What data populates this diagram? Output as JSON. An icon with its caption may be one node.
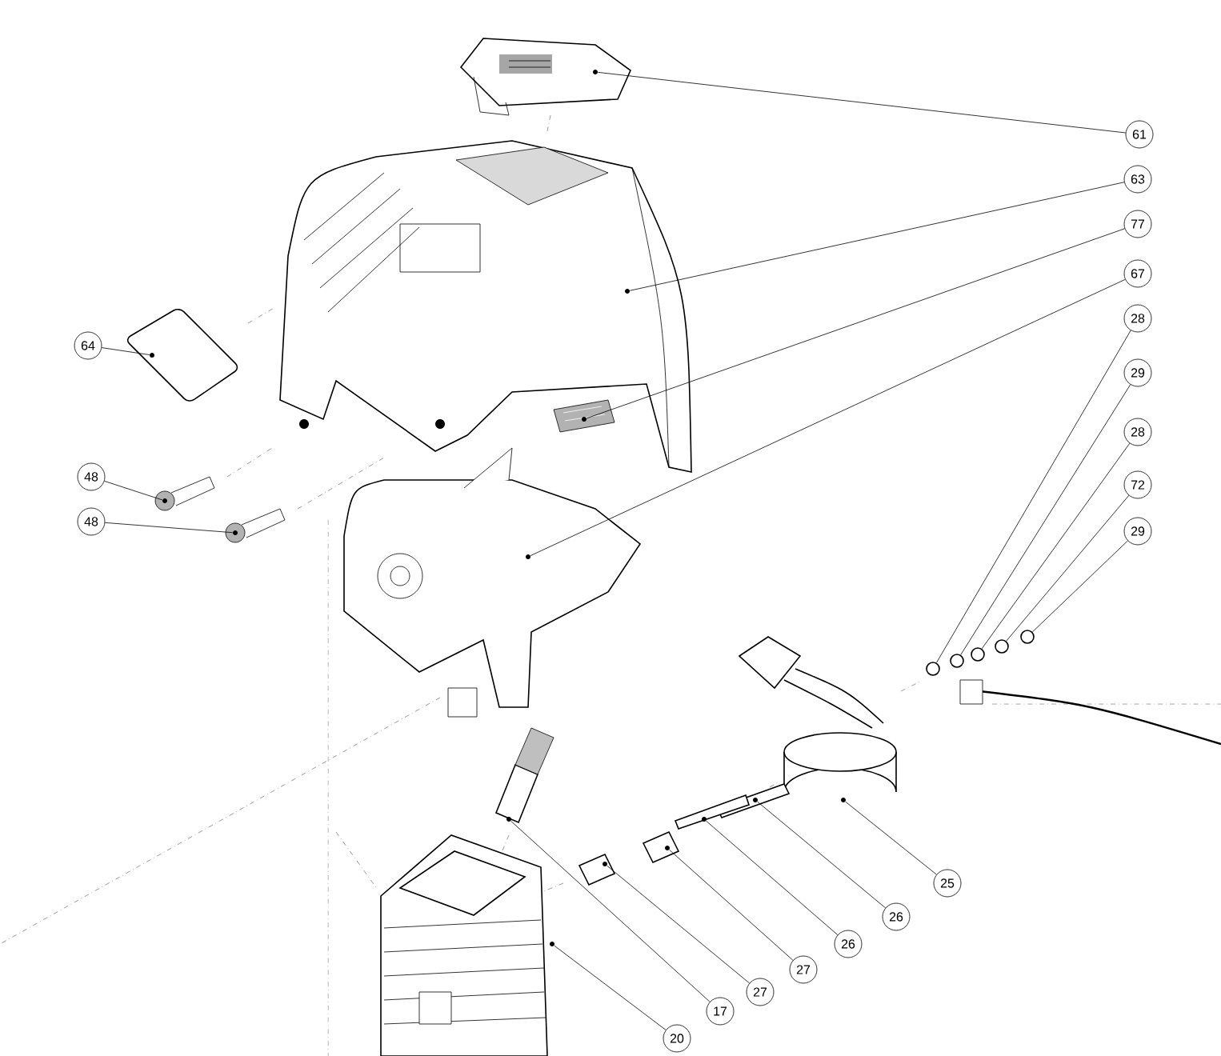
{
  "diagram": {
    "nodes": [
      {
        "text": [
          "61"
        ]
      },
      {
        "text": [
          "63"
        ]
      },
      {
        "text": [
          "77"
        ]
      },
      {
        "text": [
          "67"
        ]
      },
      {
        "text": [
          "64"
        ]
      },
      {
        "text": [
          "28"
        ]
      },
      {
        "text": [
          "29"
        ]
      },
      {
        "text": [
          "28"
        ]
      },
      {
        "text": [
          "72"
        ]
      },
      {
        "text": [
          "29"
        ]
      },
      {
        "text": [
          "48"
        ]
      },
      {
        "text": [
          "48"
        ]
      },
      {
        "text": [
          "25"
        ]
      },
      {
        "text": [
          "26"
        ]
      },
      {
        "text": [
          "26"
        ]
      },
      {
        "text": [
          "27"
        ]
      },
      {
        "text": [
          "27"
        ]
      },
      {
        "text": [
          "17"
        ]
      },
      {
        "text": [
          "20"
        ]
      },
      {
        "text": [],
        "shape": "picture"
      },
      {
        "text": [],
        "shape": "picture"
      },
      {
        "text": [],
        "shape": "picture"
      },
      {
        "text": [],
        "shape": "picture"
      },
      {
        "text": [],
        "shape": "picture"
      },
      {
        "text": [],
        "shape": "circle"
      },
      {
        "text": [],
        "shape": "circle"
      },
      {
        "text": [],
        "shape": "circle"
      },
      {
        "text": [],
        "shape": "circle"
      },
      {
        "text": [],
        "shape": "circle"
      },
      {
        "text": [],
        "shape": "picture"
      },
      {
        "text": [],
        "shape": "picture"
      },
      {
        "text": [],
        "shape": "picture"
      },
      {
        "text": [],
        "shape": "picture"
      },
      {
        "text": [],
        "shape": "picture"
      },
      {
        "text": [],
        "shape": "picture"
      },
      {
        "text": [],
        "shape": "picture"
      },
      {
        "text": [],
        "shape": "picture"
      },
      {
        "text": [],
        "shape": "picture"
      }
    ],
    "edges": [
      {
        "from": 0,
        "to": 19,
        "arrow": "none"
      },
      {
        "from": 1,
        "to": 20,
        "arrow": "none"
      },
      {
        "from": 2,
        "to": 21,
        "arrow": "none"
      },
      {
        "from": 3,
        "to": 22,
        "arrow": "none"
      },
      {
        "from": 4,
        "to": 23,
        "arrow": "none"
      },
      {
        "from": 5,
        "to": 24,
        "arrow": "none"
      },
      {
        "from": 6,
        "to": 25,
        "arrow": "none"
      },
      {
        "from": 7,
        "to": 26,
        "arrow": "none"
      },
      {
        "from": 8,
        "to": 27,
        "arrow": "none"
      },
      {
        "from": 9,
        "to": 28,
        "arrow": "none"
      },
      {
        "from": 10,
        "to": 29,
        "arrow": "none"
      },
      {
        "from": 11,
        "to": 30,
        "arrow": "none"
      },
      {
        "from": 12,
        "to": 31,
        "arrow": "none"
      },
      {
        "from": 13,
        "to": 32,
        "arrow": "none"
      },
      {
        "from": 14,
        "to": 33,
        "arrow": "none"
      },
      {
        "from": 15,
        "to": 34,
        "arrow": "none"
      },
      {
        "from": 16,
        "to": 35,
        "arrow": "none"
      },
      {
        "from": 17,
        "to": 36,
        "arrow": "none"
      },
      {
        "from": 18,
        "to": 37,
        "arrow": "none"
      }
    ]
  }
}
